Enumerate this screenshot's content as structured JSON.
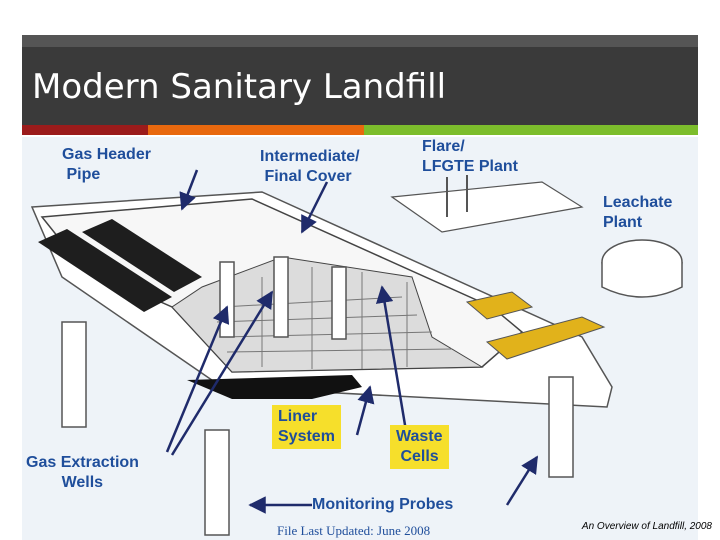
{
  "slide": {
    "title": "Modern Sanitary Landfill",
    "credit": "An Overview of Landfill, 2008"
  },
  "accent_stripes": [
    "#9b1b1b",
    "#e8680e",
    "#f1f1f1",
    "#7cbd2c"
  ],
  "figure": {
    "label_color": "#1f4e9b",
    "highlight_color": "#f6df2b",
    "labels": {
      "gas_header_pipe": "Gas Header\n Pipe",
      "intermediate_cover": "Intermediate/\n Final Cover",
      "flare_plant": "Flare/\nLFGTE Plant",
      "leachate_plant": "Leachate\nPlant",
      "liner_system": "Liner\nSystem",
      "waste_cells": "Waste\n Cells",
      "gas_extraction_wells": "Gas Extraction\n        Wells",
      "monitoring_probes": "Monitoring Probes"
    },
    "updated": "File Last Updated: June 2008"
  }
}
